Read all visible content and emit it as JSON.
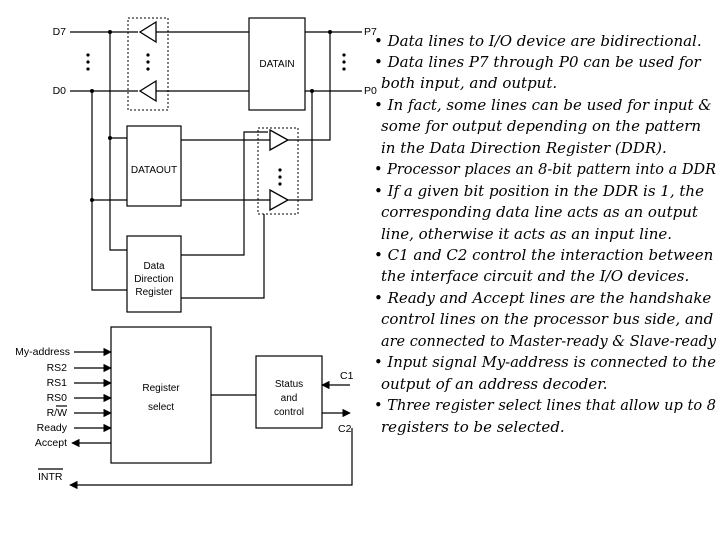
{
  "diagram": {
    "pin_labels": {
      "d7": "D7",
      "d0": "D0",
      "p7": "P7",
      "p0": "P0",
      "my_address": "My-address",
      "rs2": "RS2",
      "rs1": "RS1",
      "rs0": "RS0",
      "rw": "R/W",
      "ready": "Ready",
      "accept": "Accept",
      "intr": "INTR",
      "c1": "C1",
      "c2": "C2"
    },
    "blocks": {
      "datain": [
        "DATAIN"
      ],
      "dataout": [
        "DATAOUT"
      ],
      "ddr": [
        "Data",
        "Direction",
        "Register"
      ],
      "register_select": [
        "Register",
        "select"
      ],
      "status_control": [
        "Status",
        "and",
        "control"
      ]
    }
  },
  "bullets": [
    "• Data lines to I/O device are bidirectional.",
    "• Data lines P7 through P0 can be used for",
    "both input, and output.",
    "• In fact, some lines can be used for input &",
    "some for output depending on the pattern",
    "in the Data Direction Register (DDR).",
    "• Processor places an 8-bit pattern into a DDR",
    "• If a given bit position in the DDR is 1, the",
    "corresponding data line acts as an output",
    "line, otherwise it acts as an input line.",
    "• C1 and C2 control the interaction between",
    "the interface circuit and the I/O devices.",
    "• Ready and Accept lines are the handshake",
    "control lines on the processor bus side, and",
    "are connected to Master-ready & Slave-ready",
    "• Input signal My-address is connected to the",
    "output of an address decoder.",
    "• Three register select lines that allow up to 8",
    "registers to be selected."
  ]
}
